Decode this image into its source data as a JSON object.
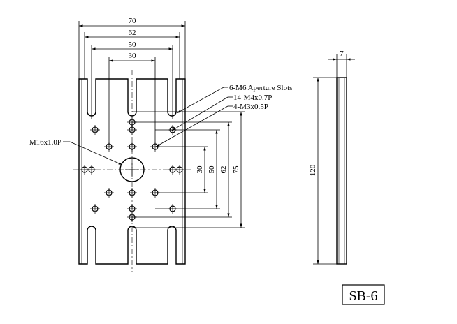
{
  "drawing": {
    "title_label": "SB-6",
    "top_dimensions": [
      "70",
      "62",
      "50",
      "30"
    ],
    "right_dimensions": [
      "30",
      "50",
      "62",
      "75"
    ],
    "side_view": {
      "thickness": "7",
      "length": "120"
    },
    "callouts": {
      "slots": "6-M6 Aperture Slots",
      "m4_holes": "14-M4x0.7P",
      "m3_holes": "4-M3x0.5P",
      "center_hole": "M16x1.0P"
    }
  },
  "colors": {
    "line": "#000000",
    "background": "#ffffff"
  }
}
